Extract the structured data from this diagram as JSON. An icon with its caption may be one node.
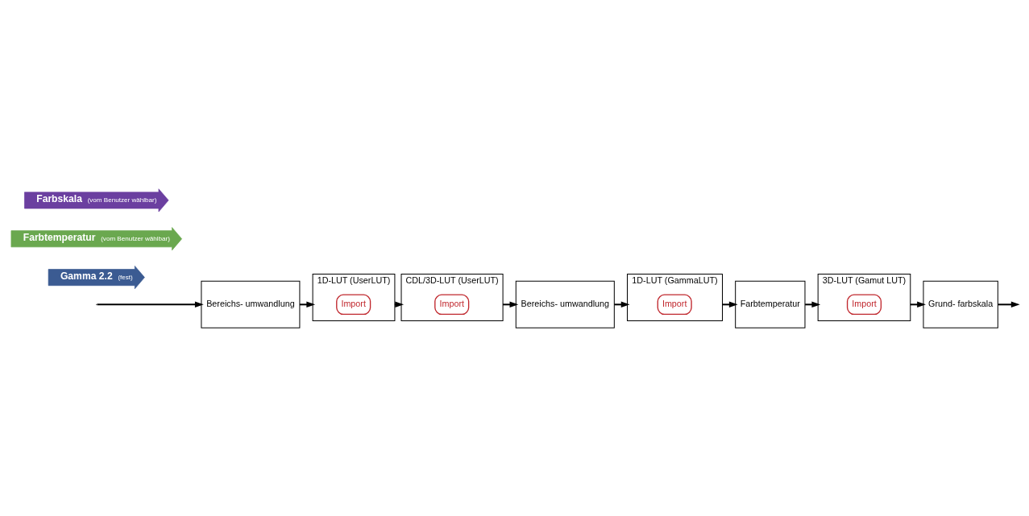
{
  "diagram": {
    "nodes": [
      {
        "text": [
          "Bereichs- umwandlung"
        ]
      },
      {
        "text": [
          "1D-LUT (UserLUT)"
        ]
      },
      {
        "text": [
          "Import"
        ],
        "in": 1
      },
      {
        "text": [
          "CDL/3D-LUT (UserLUT)"
        ]
      },
      {
        "text": [
          "Import"
        ],
        "in": 3
      },
      {
        "text": [
          "Bereichs- umwandlung"
        ]
      },
      {
        "text": [
          "1D-LUT (GammaLUT)"
        ]
      },
      {
        "text": [
          "Import"
        ],
        "in": 6
      },
      {
        "text": [
          "Farbtemperatur"
        ]
      },
      {
        "text": [
          "3D-LUT (Gamut LUT)"
        ]
      },
      {
        "text": [
          "Import"
        ],
        "in": 9
      },
      {
        "text": [
          "Grund- farbskala"
        ]
      },
      {
        "text": [
          "Gamma 2.2",
          "(fest)"
        ]
      },
      {
        "text": [
          "Farbtemperatur",
          "(vom Benutzer wählbar)"
        ]
      },
      {
        "text": [
          "Farbskala",
          "(vom Benutzer wählbar)"
        ]
      }
    ],
    "edges": [
      {
        "from": null,
        "to": 0,
        "arrow": "to"
      },
      {
        "from": 0,
        "to": 1,
        "arrow": "to"
      },
      {
        "from": 1,
        "to": 3,
        "arrow": "to"
      },
      {
        "from": 3,
        "to": 5,
        "arrow": "to"
      },
      {
        "from": 5,
        "to": 6,
        "arrow": "to"
      },
      {
        "from": 6,
        "to": 8,
        "arrow": "to"
      },
      {
        "from": 8,
        "to": 9,
        "arrow": "to"
      },
      {
        "from": 9,
        "to": 11,
        "arrow": "to"
      },
      {
        "from": 11,
        "to": null,
        "arrow": "to"
      }
    ]
  }
}
